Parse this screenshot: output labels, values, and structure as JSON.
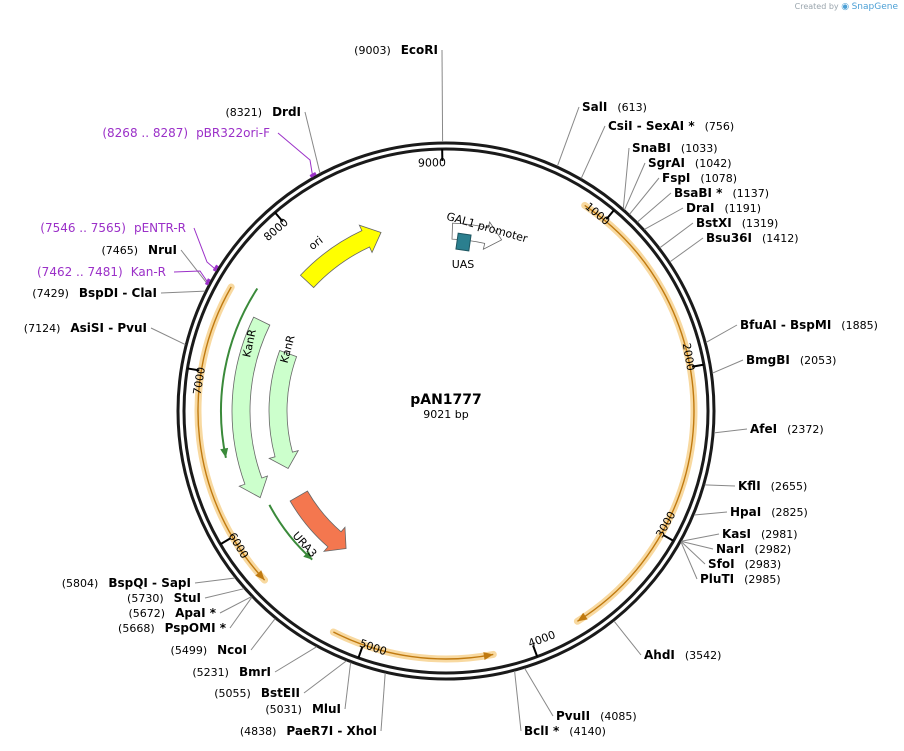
{
  "credit": {
    "prefix": "Created by",
    "brand": "SnapGene"
  },
  "plasmid": {
    "name": "pAN1777",
    "size_label": "9021 bp",
    "length": 9021
  },
  "ruler": [
    "1000",
    "2000",
    "3000",
    "4000",
    "5000",
    "6000",
    "7000",
    "8000",
    "9000"
  ],
  "sites": [
    {
      "pos": "(9003)",
      "name": "EcoRI",
      "n": 9003
    },
    {
      "pos": "(613)",
      "name": "SalI",
      "n": 613
    },
    {
      "pos": "(756)",
      "name": "CsiI  - SexAI *",
      "n": 756
    },
    {
      "pos": "(1033)",
      "name": "SnaBI",
      "n": 1033
    },
    {
      "pos": "(1042)",
      "name": "SgrAI",
      "n": 1042
    },
    {
      "pos": "(1078)",
      "name": "FspI",
      "n": 1078
    },
    {
      "pos": "(1137)",
      "name": "BsaBI *",
      "n": 1137
    },
    {
      "pos": "(1191)",
      "name": "DraI",
      "n": 1191
    },
    {
      "pos": "(1319)",
      "name": "BstXI",
      "n": 1319
    },
    {
      "pos": "(1412)",
      "name": "Bsu36I",
      "n": 1412
    },
    {
      "pos": "(1885)",
      "name": "BfuAI  - BspMI",
      "n": 1885
    },
    {
      "pos": "(2053)",
      "name": "BmgBI",
      "n": 2053
    },
    {
      "pos": "(2372)",
      "name": "AfeI",
      "n": 2372
    },
    {
      "pos": "(2655)",
      "name": "KflI",
      "n": 2655
    },
    {
      "pos": "(2825)",
      "name": "HpaI",
      "n": 2825
    },
    {
      "pos": "(2981)",
      "name": "KasI",
      "n": 2981
    },
    {
      "pos": "(2982)",
      "name": "NarI",
      "n": 2982
    },
    {
      "pos": "(2983)",
      "name": "SfoI",
      "n": 2983
    },
    {
      "pos": "(2985)",
      "name": "PluTI",
      "n": 2985
    },
    {
      "pos": "(3542)",
      "name": "AhdI",
      "n": 3542
    },
    {
      "pos": "(4085)",
      "name": "PvuII",
      "n": 4085
    },
    {
      "pos": "(4140)",
      "name": "BclI *",
      "n": 4140
    },
    {
      "pos": "(4838)",
      "name": "PaeR7I  - XhoI",
      "n": 4838
    },
    {
      "pos": "(5031)",
      "name": "MluI",
      "n": 5031
    },
    {
      "pos": "(5055)",
      "name": "BstEII",
      "n": 5055
    },
    {
      "pos": "(5231)",
      "name": "BmrI",
      "n": 5231
    },
    {
      "pos": "(5499)",
      "name": "NcoI",
      "n": 5499
    },
    {
      "pos": "(5668)",
      "name": "PspOMI *",
      "n": 5668
    },
    {
      "pos": "(5672)",
      "name": "ApaI *",
      "n": 5672
    },
    {
      "pos": "(5730)",
      "name": "StuI",
      "n": 5730
    },
    {
      "pos": "(5804)",
      "name": "BspQI  - SapI",
      "n": 5804
    },
    {
      "pos": "(7124)",
      "name": "AsiSI  - PvuI",
      "n": 7124
    },
    {
      "pos": "(7429)",
      "name": "BspDI  - ClaI",
      "n": 7429
    },
    {
      "pos": "(7465)",
      "name": "NruI",
      "n": 7465
    },
    {
      "pos": "(8321)",
      "name": "DrdI",
      "n": 8321
    }
  ],
  "primers": [
    {
      "range": "(8268 .. 8287)",
      "name": "pBR322ori-F",
      "start": 8268,
      "end": 8287
    },
    {
      "range": "(7546 .. 7565)",
      "name": "pENTR-R",
      "start": 7546,
      "end": 7565
    },
    {
      "range": "(7462 .. 7481)",
      "name": "Kan-R",
      "start": 7462,
      "end": 7481
    }
  ],
  "features": [
    {
      "name": "GAL1 promoter"
    },
    {
      "name": "UAS"
    },
    {
      "name": "ori"
    },
    {
      "name": "KanR"
    },
    {
      "name": "KanR"
    },
    {
      "name": "URA3"
    }
  ],
  "colors": {
    "backbone": "#1a1a1a",
    "promoter": "#ffffff",
    "uas": "#2b7f8f",
    "ori": "#ffff00",
    "kanr": "#ccffcc",
    "ura3": "#f4774f",
    "orf_highlight": "#f8d9a0",
    "orf_line": "#c07a10",
    "primer": "#9b30c8",
    "kan_primer_line": "#3a8a3a"
  }
}
